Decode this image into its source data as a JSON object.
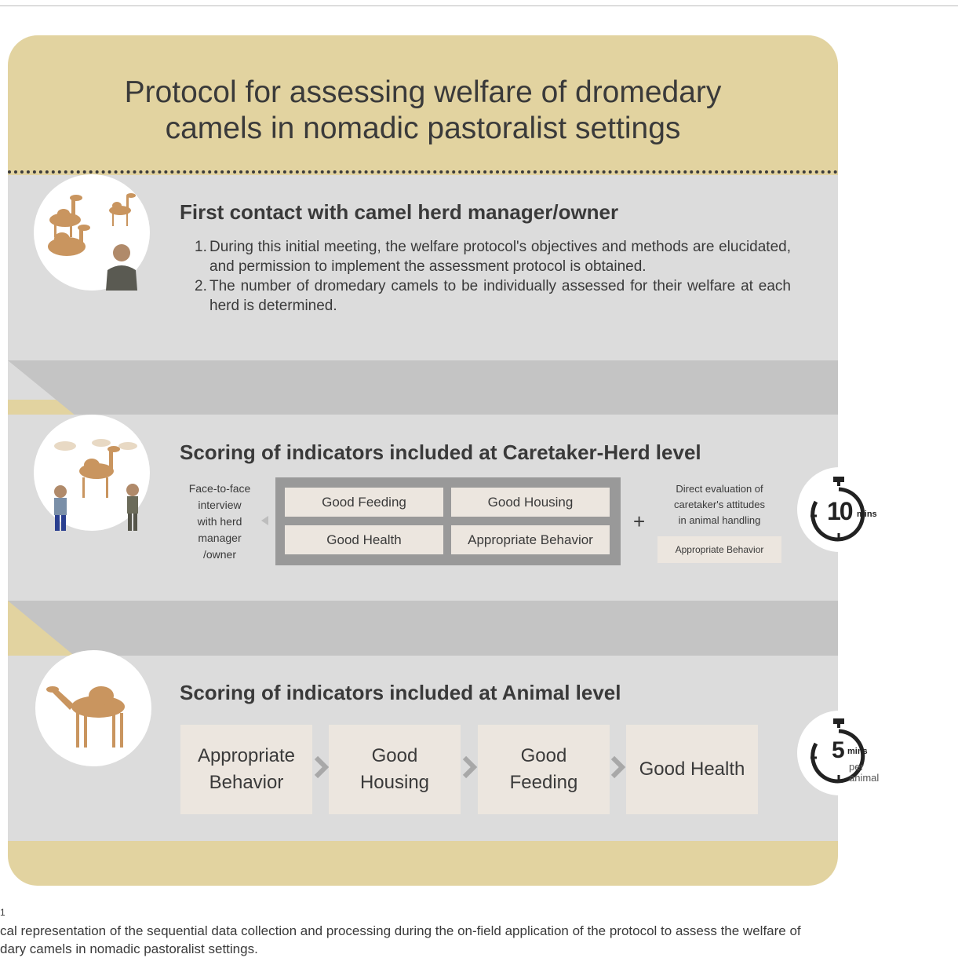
{
  "title_line1": "Protocol for assessing welfare of dromedary",
  "title_line2": "camels in nomadic pastoralist settings",
  "step1": {
    "heading": "First contact with camel herd manager/owner",
    "items": [
      {
        "num": "1.",
        "text": "During this initial meeting, the welfare protocol's objectives and methods are elucidated, and permission to implement the assessment protocol is obtained."
      },
      {
        "num": "2.",
        "text": "The number of dromedary camels to be individually assessed for their welfare at each herd is determined."
      }
    ]
  },
  "step2": {
    "heading": "Scoring of indicators included at Caretaker-Herd level",
    "interview_lines": [
      "Face-to-face",
      "interview",
      "with herd",
      "manager",
      "/owner"
    ],
    "cells": [
      "Good Feeding",
      "Good Housing",
      "Good Health",
      "Appropriate Behavior"
    ],
    "plus": "+",
    "direct_lines": [
      "Direct evaluation of",
      "caretaker's attitudes",
      "in animal handling"
    ],
    "direct_tag": "Appropriate Behavior",
    "timer_value": "10",
    "timer_unit": "mins"
  },
  "step3": {
    "heading": "Scoring of indicators included at Animal level",
    "cards": [
      {
        "line1": "Appropriate",
        "line2": "Behavior"
      },
      {
        "line1": "Good",
        "line2": "Housing"
      },
      {
        "line1": "Good",
        "line2": "Feeding"
      },
      {
        "line1": "Good Health",
        "line2": ""
      }
    ],
    "timer_value": "5",
    "timer_unit": "mins",
    "timer_sub1": "per",
    "timer_sub2": "animal"
  },
  "caption": {
    "label": "1",
    "line1": "cal representation of the sequential data collection and processing during the on-field application of the protocol to assess the welfare of",
    "line2": "dary camels in nomadic pastoralist settings."
  },
  "colors": {
    "panel": "#e2d3a0",
    "band": "#dcdcdc",
    "card": "#ece6df",
    "grid": "#999999"
  }
}
